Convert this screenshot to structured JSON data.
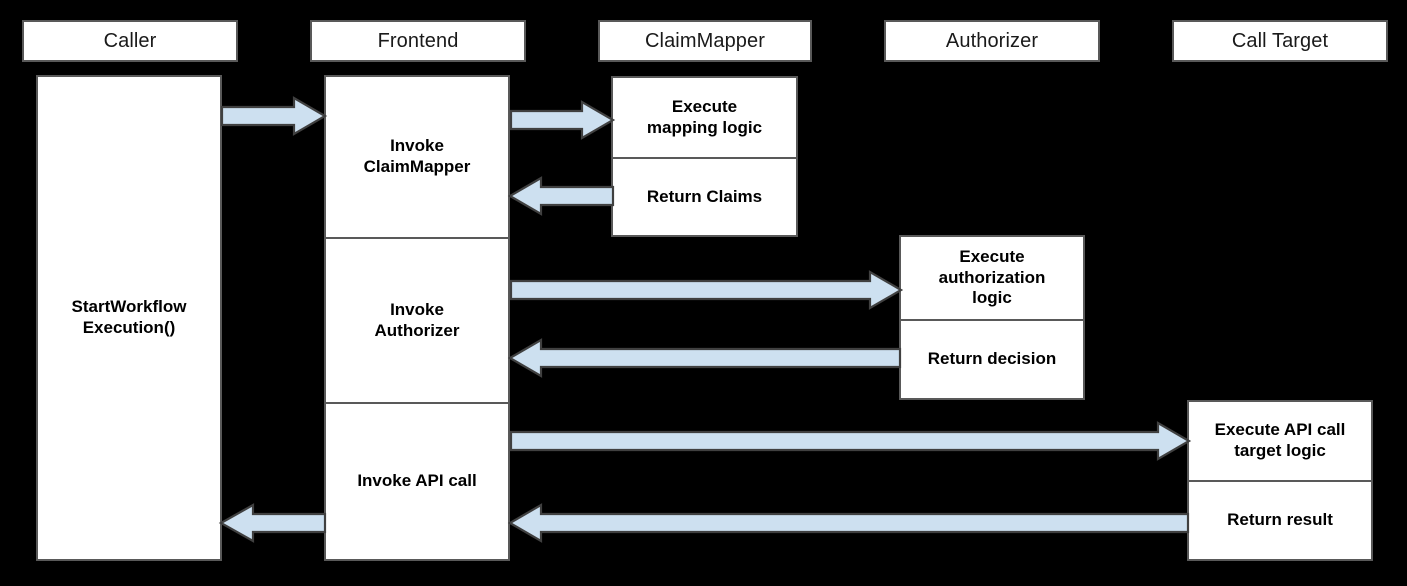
{
  "diagram": {
    "title": "Workflow authorization sequence diagram",
    "type": "sequence-diagram",
    "background_color": "#000000",
    "box_fill": "#ffffff",
    "box_stroke": "#595959",
    "arrow_fill": "#CDE0F0",
    "arrow_stroke": "#404040"
  },
  "lifelines": [
    {
      "id": "caller",
      "label": "Caller"
    },
    {
      "id": "frontend",
      "label": "Frontend"
    },
    {
      "id": "claimmapper",
      "label": "ClaimMapper"
    },
    {
      "id": "authorizer",
      "label": "Authorizer"
    },
    {
      "id": "calltarget",
      "label": "Call Target"
    }
  ],
  "activations": {
    "caller": [
      {
        "label": "StartWorkflow\nExecution()"
      }
    ],
    "frontend": [
      {
        "label": "Invoke\nClaimMapper"
      },
      {
        "label": "Invoke\nAuthorizer"
      },
      {
        "label": "Invoke API call"
      }
    ],
    "claimmapper": [
      {
        "label": "Execute\nmapping logic"
      },
      {
        "label": "Return Claims"
      }
    ],
    "authorizer": [
      {
        "label": "Execute\nauthorization\nlogic"
      },
      {
        "label": "Return decision"
      }
    ],
    "calltarget": [
      {
        "label": "Execute API call\ntarget logic"
      },
      {
        "label": "Return result"
      }
    ]
  },
  "messages": [
    {
      "id": "m1",
      "from": "caller",
      "to": "frontend",
      "direction": "right",
      "label": ""
    },
    {
      "id": "m2",
      "from": "frontend",
      "to": "claimmapper",
      "direction": "right",
      "label": ""
    },
    {
      "id": "m3",
      "from": "claimmapper",
      "to": "frontend",
      "direction": "left",
      "label": ""
    },
    {
      "id": "m4",
      "from": "frontend",
      "to": "authorizer",
      "direction": "right",
      "label": ""
    },
    {
      "id": "m5",
      "from": "authorizer",
      "to": "frontend",
      "direction": "left",
      "label": ""
    },
    {
      "id": "m6",
      "from": "frontend",
      "to": "calltarget",
      "direction": "right",
      "label": ""
    },
    {
      "id": "m7",
      "from": "calltarget",
      "to": "frontend",
      "direction": "left",
      "label": ""
    },
    {
      "id": "m8",
      "from": "frontend",
      "to": "caller",
      "direction": "left",
      "label": ""
    }
  ]
}
